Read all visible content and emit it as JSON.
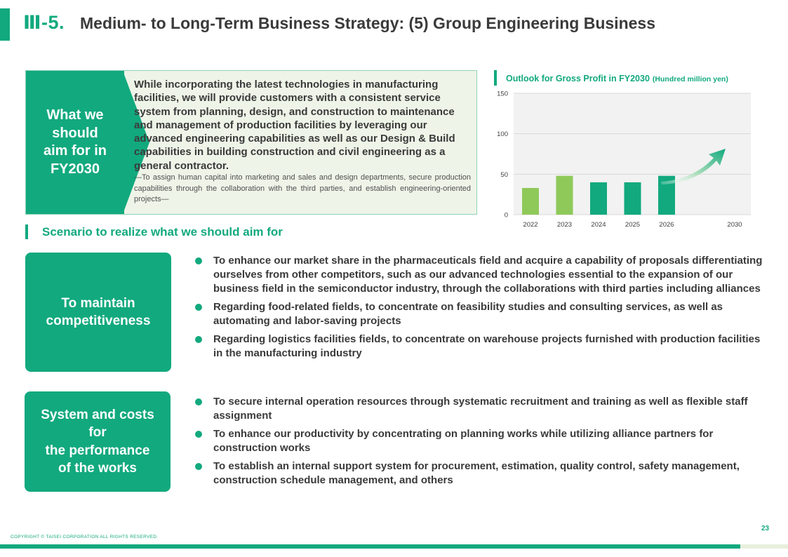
{
  "header": {
    "number": "Ⅲ-5.",
    "title": "Medium- to Long-Term Business Strategy: (5) Group Engineering Business"
  },
  "aim": {
    "label": "What we\nshould\naim for in\nFY2030",
    "main_text": "While incorporating the latest technologies in manufacturing facilities, we will provide customers with a consistent service system from planning, design, and construction to maintenance and management of production facilities by leveraging our advanced engineering capabilities as well as our Design & Build capabilities in building construction and civil engineering as a general contractor.",
    "sub_text": "—To assign human capital into marketing and sales and design departments, secure production capabilities through the collaboration with the third parties, and establish engineering-oriented projects—"
  },
  "chart_header": {
    "title": "Outlook for Gross Profit in FY2030",
    "unit": "(Hundred million yen)"
  },
  "chart_data": {
    "type": "bar",
    "title": "Outlook for Gross Profit in FY2030",
    "unit": "(Hundred million yen)",
    "categories": [
      "2022",
      "2023",
      "2024",
      "2025",
      "2026",
      "2030"
    ],
    "values": [
      33,
      48,
      40,
      40,
      48,
      null
    ],
    "bar_colors": [
      "#8fc95a",
      "#8fc95a",
      "#12a97e",
      "#12a97e",
      "#12a97e",
      null
    ],
    "ylim": [
      0,
      150
    ],
    "yticks": [
      0,
      50,
      100,
      150
    ],
    "grid": true,
    "annotation": "upward arrow from 2026 toward 2030"
  },
  "scenario": {
    "title": "Scenario to realize what we should aim for",
    "groups": [
      {
        "label": "To maintain\ncompetitiveness",
        "items": [
          "To enhance our market share in the pharmaceuticals field and acquire a capability of proposals differentiating ourselves from other competitors, such as our advanced technologies essential to the expansion of our business field in the semiconductor industry, through the collaborations with third parties including alliances",
          "Regarding food-related fields, to concentrate on feasibility studies and consulting services, as well as automating and labor-saving projects",
          "Regarding logistics facilities fields, to concentrate on warehouse projects furnished with production facilities in the manufacturing industry"
        ]
      },
      {
        "label": "System and costs\nfor\nthe performance\nof the works",
        "items": [
          "To secure internal operation resources through systematic recruitment and training as well as flexible staff assignment",
          "To enhance our productivity by concentrating on planning works while utilizing alliance partners for construction works",
          "To establish an internal support system for procurement, estimation, quality control, safety management, construction schedule management, and others"
        ]
      }
    ]
  },
  "footer": {
    "page_number": "23",
    "copyright": "COPYRIGHT © TAISEI CORPORATION ALL RIGHTS RESERVED."
  },
  "colors": {
    "accent": "#12a97e",
    "light_green_bar": "#8fc95a",
    "aim_background": "#eef4e8"
  }
}
